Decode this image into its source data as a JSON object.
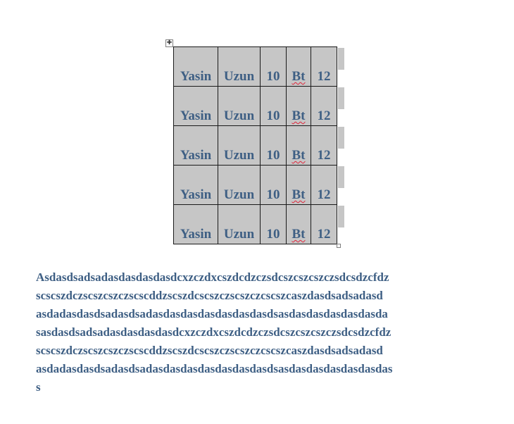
{
  "table": {
    "rows": [
      [
        "Yasin",
        "Uzun",
        "10",
        "Bt",
        "12"
      ],
      [
        "Yasin",
        "Uzun",
        "10",
        "Bt",
        "12"
      ],
      [
        "Yasin",
        "Uzun",
        "10",
        "Bt",
        "12"
      ],
      [
        "Yasin",
        "Uzun",
        "10",
        "Bt",
        "12"
      ],
      [
        "Yasin",
        "Uzun",
        "10",
        "Bt",
        "12"
      ]
    ],
    "fill_color": "#c6c6c6",
    "text_color": "#3e5f84",
    "spellcheck_underline_color": "#e0243a"
  },
  "paragraph": {
    "lines": [
      "Asdasdsadsadasdasdasdasdcxzczdxcszdcdzczsdcszcszcszczsdcsdzcfdz",
      "scscszdczscszcszczscscddzscszdcscszczscszczcscszcaszdasdsadsadasd",
      "asdadasdasdsadasdsadasdasdasdasdasdasdasdsasdasdasdasdasdasda",
      "sasdasdsadsadasdasdasdasdcxzczdxcszdcdzczsdcszcszcszczsdcsdzcfdz",
      "scscszdczscszcszczscscddzscszdcscszczscszczcscszcaszdasdsadsadasd",
      "asdadasdasdsadasdsadasdasdasdasdasdasdasdsasdasdasdasdasdasdas",
      "s"
    ]
  },
  "icons": {
    "move_handle": "four-arrow-move-icon",
    "resize_handle": "resize-square-icon"
  }
}
